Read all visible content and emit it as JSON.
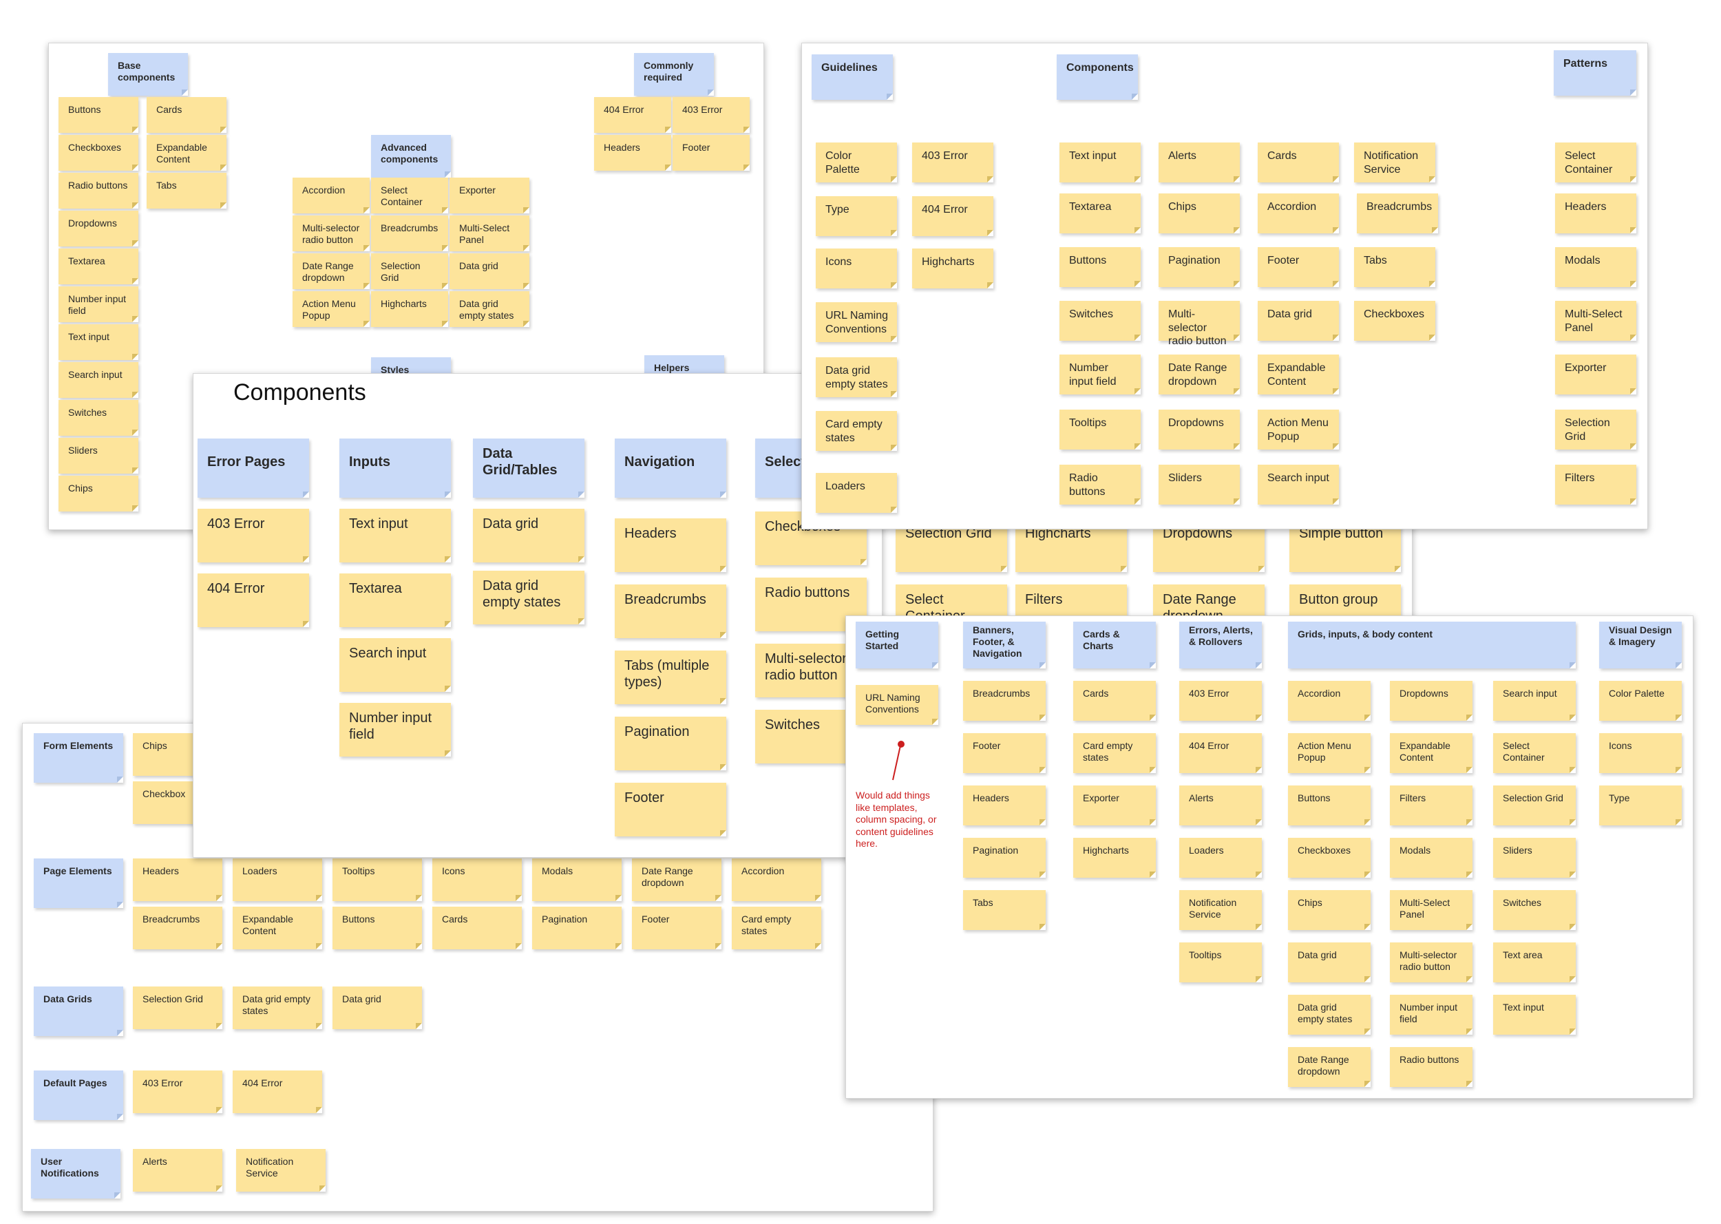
{
  "boards": [
    {
      "id": "base-board",
      "title": "",
      "notes": [
        {
          "text": "Base components",
          "style": "b"
        },
        {
          "text": "Commonly required",
          "style": "b"
        },
        {
          "text": "Buttons",
          "style": "y"
        },
        {
          "text": "Cards",
          "style": "y"
        },
        {
          "text": "Checkboxes",
          "style": "y"
        },
        {
          "text": "Expandable Content",
          "style": "y"
        },
        {
          "text": "Radio buttons",
          "style": "y"
        },
        {
          "text": "Tabs",
          "style": "y"
        },
        {
          "text": "Dropdowns",
          "style": "y"
        },
        {
          "text": "Textarea",
          "style": "y"
        },
        {
          "text": "Number input field",
          "style": "y"
        },
        {
          "text": "Text input",
          "style": "y"
        },
        {
          "text": "Search input",
          "style": "y"
        },
        {
          "text": "Switches",
          "style": "y"
        },
        {
          "text": "Sliders",
          "style": "y"
        },
        {
          "text": "Chips",
          "style": "y"
        },
        {
          "text": "404 Error",
          "style": "y"
        },
        {
          "text": "403 Error",
          "style": "y"
        },
        {
          "text": "Headers",
          "style": "y"
        },
        {
          "text": "Footer",
          "style": "y"
        },
        {
          "text": "Advanced components",
          "style": "b"
        },
        {
          "text": "Accordion",
          "style": "y"
        },
        {
          "text": "Select Container",
          "style": "y"
        },
        {
          "text": "Exporter",
          "style": "y"
        },
        {
          "text": "Multi-selector radio button",
          "style": "y"
        },
        {
          "text": "Breadcrumbs",
          "style": "y"
        },
        {
          "text": "Multi-Select Panel",
          "style": "y"
        },
        {
          "text": "Date Range dropdown",
          "style": "y"
        },
        {
          "text": "Selection Grid",
          "style": "y"
        },
        {
          "text": "Data grid",
          "style": "y"
        },
        {
          "text": "Action Menu Popup",
          "style": "y"
        },
        {
          "text": "Highcharts",
          "style": "y"
        },
        {
          "text": "Data grid empty states",
          "style": "y"
        },
        {
          "text": "Styles",
          "style": "b"
        },
        {
          "text": "Helpers",
          "style": "b"
        }
      ]
    },
    {
      "id": "guidelines-board",
      "title": "",
      "notes": [
        {
          "text": "Guidelines",
          "style": "b"
        },
        {
          "text": "Components",
          "style": "b"
        },
        {
          "text": "Patterns",
          "style": "b"
        },
        {
          "text": "Color Palette",
          "style": "y"
        },
        {
          "text": "403 Error",
          "style": "y"
        },
        {
          "text": "Type",
          "style": "y"
        },
        {
          "text": "404 Error",
          "style": "y"
        },
        {
          "text": "Icons",
          "style": "y"
        },
        {
          "text": "Highcharts",
          "style": "y"
        },
        {
          "text": "URL Naming Conventions",
          "style": "y"
        },
        {
          "text": "Data grid empty states",
          "style": "y"
        },
        {
          "text": "Card empty states",
          "style": "y"
        },
        {
          "text": "Loaders",
          "style": "y"
        },
        {
          "text": "Text input",
          "style": "y"
        },
        {
          "text": "Alerts",
          "style": "y"
        },
        {
          "text": "Cards",
          "style": "y"
        },
        {
          "text": "Notification Service",
          "style": "y"
        },
        {
          "text": "Textarea",
          "style": "y"
        },
        {
          "text": "Chips",
          "style": "y"
        },
        {
          "text": "Accordion",
          "style": "y"
        },
        {
          "text": "Breadcrumbs",
          "style": "y"
        },
        {
          "text": "Buttons",
          "style": "y"
        },
        {
          "text": "Pagination",
          "style": "y"
        },
        {
          "text": "Footer",
          "style": "y"
        },
        {
          "text": "Tabs",
          "style": "y"
        },
        {
          "text": "Switches",
          "style": "y"
        },
        {
          "text": "Multi-selector radio button",
          "style": "y"
        },
        {
          "text": "Data grid",
          "style": "y"
        },
        {
          "text": "Checkboxes",
          "style": "y"
        },
        {
          "text": "Number input field",
          "style": "y"
        },
        {
          "text": "Date Range dropdown",
          "style": "y"
        },
        {
          "text": "Expandable Content",
          "style": "y"
        },
        {
          "text": "Tooltips",
          "style": "y"
        },
        {
          "text": "Dropdowns",
          "style": "y"
        },
        {
          "text": "Action Menu Popup",
          "style": "y"
        },
        {
          "text": "Radio buttons",
          "style": "y"
        },
        {
          "text": "Sliders",
          "style": "y"
        },
        {
          "text": "Search input",
          "style": "y"
        },
        {
          "text": "Select Container",
          "style": "y"
        },
        {
          "text": "Headers",
          "style": "y"
        },
        {
          "text": "Modals",
          "style": "y"
        },
        {
          "text": "Multi-Select Panel",
          "style": "y"
        },
        {
          "text": "Exporter",
          "style": "y"
        },
        {
          "text": "Selection Grid",
          "style": "y"
        },
        {
          "text": "Filters",
          "style": "y"
        }
      ]
    },
    {
      "id": "middle-back-board",
      "title": "",
      "notes": [
        {
          "text": "Selection Grid",
          "style": "y"
        },
        {
          "text": "Highcharts",
          "style": "y"
        },
        {
          "text": "Dropdowns",
          "style": "y"
        },
        {
          "text": "Simple button",
          "style": "y"
        },
        {
          "text": "Select Container",
          "style": "y"
        },
        {
          "text": "Filters",
          "style": "y"
        },
        {
          "text": "Date Range dropdown",
          "style": "y"
        },
        {
          "text": "Button group",
          "style": "y"
        }
      ]
    },
    {
      "id": "form-board",
      "title": "",
      "notes": [
        {
          "text": "Form Elements",
          "style": "b"
        },
        {
          "text": "Chips",
          "style": "y"
        },
        {
          "text": "Checkbox",
          "style": "y"
        },
        {
          "text": "Page Elements",
          "style": "b"
        },
        {
          "text": "Headers",
          "style": "y"
        },
        {
          "text": "Loaders",
          "style": "y"
        },
        {
          "text": "Tooltips",
          "style": "y"
        },
        {
          "text": "Icons",
          "style": "y"
        },
        {
          "text": "Modals",
          "style": "y"
        },
        {
          "text": "Date Range dropdown",
          "style": "y"
        },
        {
          "text": "Accordion",
          "style": "y"
        },
        {
          "text": "Breadcrumbs",
          "style": "y"
        },
        {
          "text": "Expandable Content",
          "style": "y"
        },
        {
          "text": "Buttons",
          "style": "y"
        },
        {
          "text": "Cards",
          "style": "y"
        },
        {
          "text": "Pagination",
          "style": "y"
        },
        {
          "text": "Footer",
          "style": "y"
        },
        {
          "text": "Card empty states",
          "style": "y"
        },
        {
          "text": "Data Grids",
          "style": "b"
        },
        {
          "text": "Selection Grid",
          "style": "y"
        },
        {
          "text": "Data grid empty states",
          "style": "y"
        },
        {
          "text": "Data grid",
          "style": "y"
        },
        {
          "text": "Default Pages",
          "style": "b"
        },
        {
          "text": "403 Error",
          "style": "y"
        },
        {
          "text": "404 Error",
          "style": "y"
        },
        {
          "text": "User Notifications",
          "style": "b"
        },
        {
          "text": "Alerts",
          "style": "y"
        },
        {
          "text": "Notification Service",
          "style": "y"
        }
      ]
    },
    {
      "id": "getting-started-board",
      "title": "",
      "notes": [
        {
          "text": "Getting Started",
          "style": "b"
        },
        {
          "text": "Banners, Footer, & Navigation",
          "style": "b"
        },
        {
          "text": "Cards & Charts",
          "style": "b"
        },
        {
          "text": "Errors, Alerts, & Rollovers",
          "style": "b"
        },
        {
          "text": "Grids, inputs, & body content",
          "style": "b"
        },
        {
          "text": "Visual Design & Imagery",
          "style": "b"
        },
        {
          "text": "URL Naming Conventions",
          "style": "y"
        },
        {
          "text": "Breadcrumbs",
          "style": "y"
        },
        {
          "text": "Footer",
          "style": "y"
        },
        {
          "text": "Headers",
          "style": "y"
        },
        {
          "text": "Pagination",
          "style": "y"
        },
        {
          "text": "Tabs",
          "style": "y"
        },
        {
          "text": "Cards",
          "style": "y"
        },
        {
          "text": "Card empty states",
          "style": "y"
        },
        {
          "text": "Exporter",
          "style": "y"
        },
        {
          "text": "Highcharts",
          "style": "y"
        },
        {
          "text": "403 Error",
          "style": "y"
        },
        {
          "text": "404 Error",
          "style": "y"
        },
        {
          "text": "Alerts",
          "style": "y"
        },
        {
          "text": "Loaders",
          "style": "y"
        },
        {
          "text": "Notification Service",
          "style": "y"
        },
        {
          "text": "Tooltips",
          "style": "y"
        },
        {
          "text": "Accordion",
          "style": "y"
        },
        {
          "text": "Dropdowns",
          "style": "y"
        },
        {
          "text": "Search input",
          "style": "y"
        },
        {
          "text": "Action Menu Popup",
          "style": "y"
        },
        {
          "text": "Expandable Content",
          "style": "y"
        },
        {
          "text": "Select Container",
          "style": "y"
        },
        {
          "text": "Buttons",
          "style": "y"
        },
        {
          "text": "Filters",
          "style": "y"
        },
        {
          "text": "Selection Grid",
          "style": "y"
        },
        {
          "text": "Checkboxes",
          "style": "y"
        },
        {
          "text": "Modals",
          "style": "y"
        },
        {
          "text": "Sliders",
          "style": "y"
        },
        {
          "text": "Chips",
          "style": "y"
        },
        {
          "text": "Multi-Select Panel",
          "style": "y"
        },
        {
          "text": "Switches",
          "style": "y"
        },
        {
          "text": "Data grid",
          "style": "y"
        },
        {
          "text": "Multi-selector radio button",
          "style": "y"
        },
        {
          "text": "Text area",
          "style": "y"
        },
        {
          "text": "Data grid empty states",
          "style": "y"
        },
        {
          "text": "Number input field",
          "style": "y"
        },
        {
          "text": "Text input",
          "style": "y"
        },
        {
          "text": "Date Range dropdown",
          "style": "y"
        },
        {
          "text": "Radio buttons",
          "style": "y"
        },
        {
          "text": "Color Palette",
          "style": "y"
        },
        {
          "text": "Icons",
          "style": "y"
        },
        {
          "text": "Type",
          "style": "y"
        }
      ],
      "annotation": "Would add things like templates, column spacing, or content guidelines here."
    },
    {
      "id": "components-board",
      "title": "Components",
      "notes": [
        {
          "text": "Error Pages",
          "style": "b"
        },
        {
          "text": "Inputs",
          "style": "b"
        },
        {
          "text": "Data Grid/Tables",
          "style": "b"
        },
        {
          "text": "Navigation",
          "style": "b"
        },
        {
          "text": "Selection",
          "style": "b"
        },
        {
          "text": "403 Error",
          "style": "y"
        },
        {
          "text": "Text input",
          "style": "y"
        },
        {
          "text": "Data grid",
          "style": "y"
        },
        {
          "text": "Headers",
          "style": "y"
        },
        {
          "text": "Checkboxes",
          "style": "y"
        },
        {
          "text": "404 Error",
          "style": "y"
        },
        {
          "text": "Textarea",
          "style": "y"
        },
        {
          "text": "Data grid empty states",
          "style": "y"
        },
        {
          "text": "Breadcrumbs",
          "style": "y"
        },
        {
          "text": "Radio buttons",
          "style": "y"
        },
        {
          "text": "Search input",
          "style": "y"
        },
        {
          "text": "Tabs (multiple types)",
          "style": "y"
        },
        {
          "text": "Multi-selector radio button",
          "style": "y"
        },
        {
          "text": "Number input field",
          "style": "y"
        },
        {
          "text": "Pagination",
          "style": "y"
        },
        {
          "text": "Switches",
          "style": "y"
        },
        {
          "text": "Footer",
          "style": "y"
        }
      ]
    }
  ]
}
